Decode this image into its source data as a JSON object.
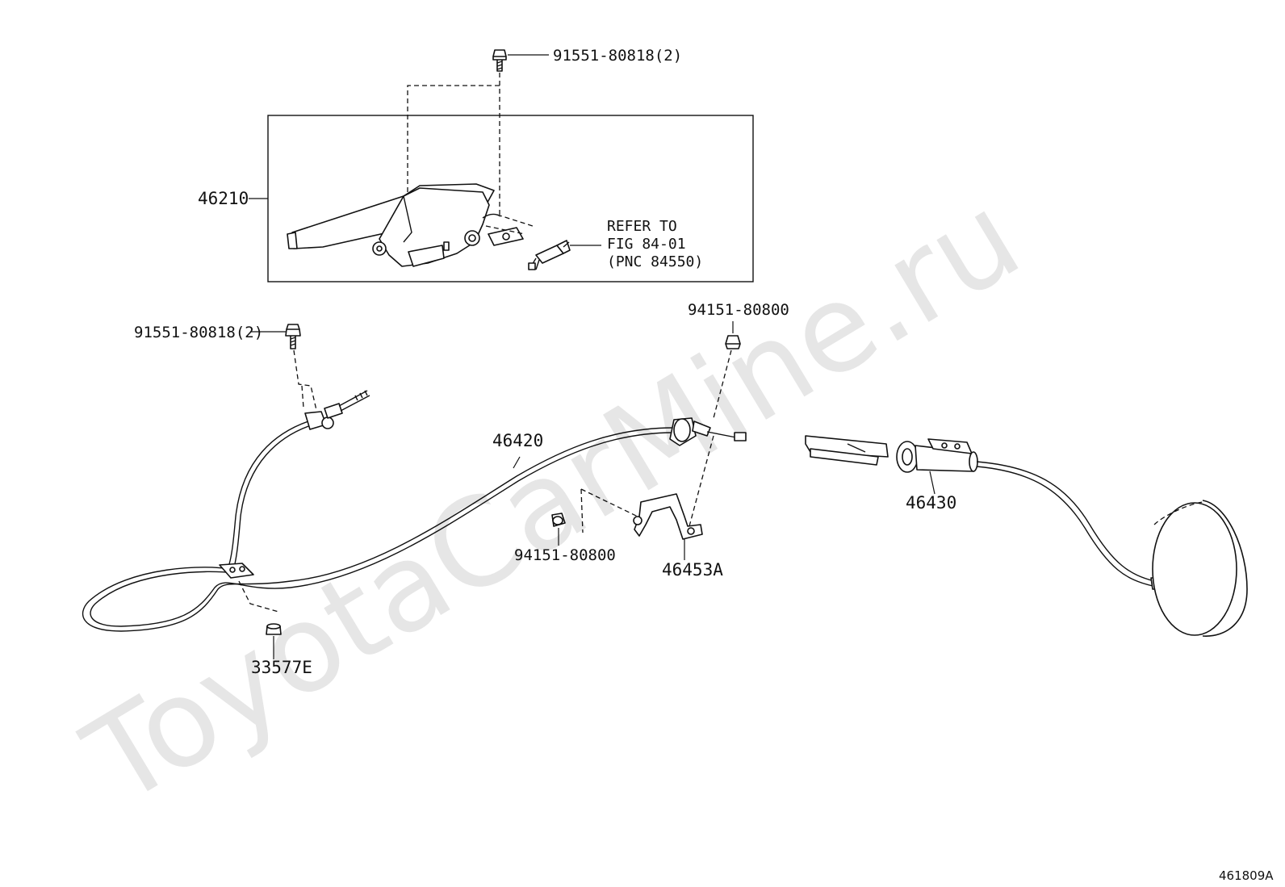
{
  "watermark": "ToyotaCarMine.ru",
  "figure_number": "461809A",
  "labels": {
    "bolt_top": "91551-80818(2)",
    "lever_assy": "46210",
    "refer_line1": "REFER TO",
    "refer_line2": "FIG 84-01",
    "refer_line3": "(PNC 84550)",
    "bolt_left": "91551-80818(2)",
    "nut_right": "94151-80800",
    "cable_front": "46420",
    "cable_rear": "46430",
    "nut_mid": "94151-80800",
    "bracket": "46453A",
    "grommet": "33577E"
  },
  "colors": {
    "line": "#111111",
    "watermark": "#e6e6e6",
    "background": "#ffffff"
  }
}
